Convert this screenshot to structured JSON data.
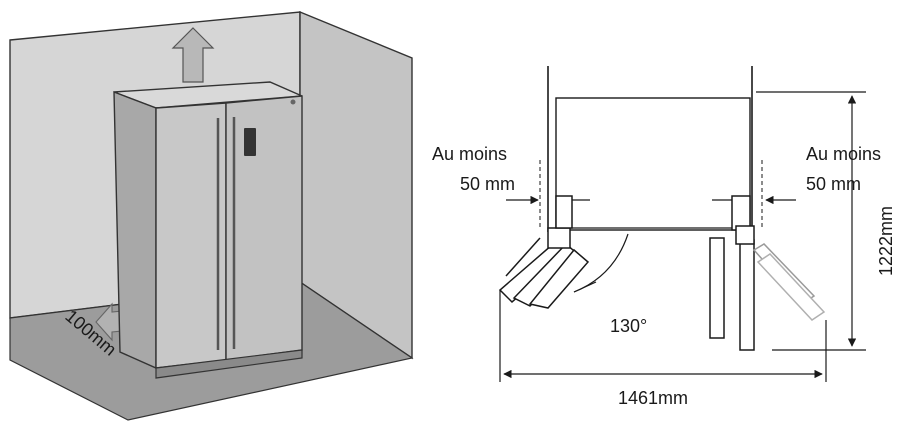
{
  "left_figure": {
    "clearance_label": "100mm"
  },
  "right_figure": {
    "left_note_line1": "Au moins",
    "left_note_line2": "50 mm",
    "right_note_line1": "Au moins",
    "right_note_line2": "50 mm",
    "angle_label": "130°",
    "depth_label": "1222mm",
    "width_label": "1461mm"
  },
  "colors": {
    "wall": "#d3d3d3",
    "floor": "#9a9a9a",
    "fridge": "#bdbdbd",
    "line": "#1a1a1a"
  }
}
